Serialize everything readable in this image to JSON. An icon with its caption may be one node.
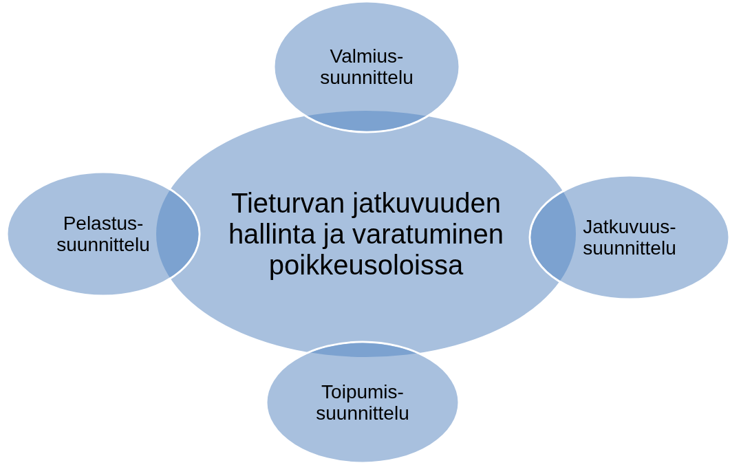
{
  "diagram": {
    "nodes": [
      {
        "text": [
          "Valmius- suunnittelu"
        ]
      },
      {
        "text": [
          "Pelastus- suunnittelu"
        ]
      },
      {
        "text": [
          "Tieturvan jatkuvuuden hallinta ja varatuminen poikkeusoloissa"
        ]
      },
      {
        "text": [
          "Jatkuvuus- suunnittelu"
        ]
      },
      {
        "text": [
          "Toipumis- suunnittelu"
        ]
      }
    ]
  }
}
